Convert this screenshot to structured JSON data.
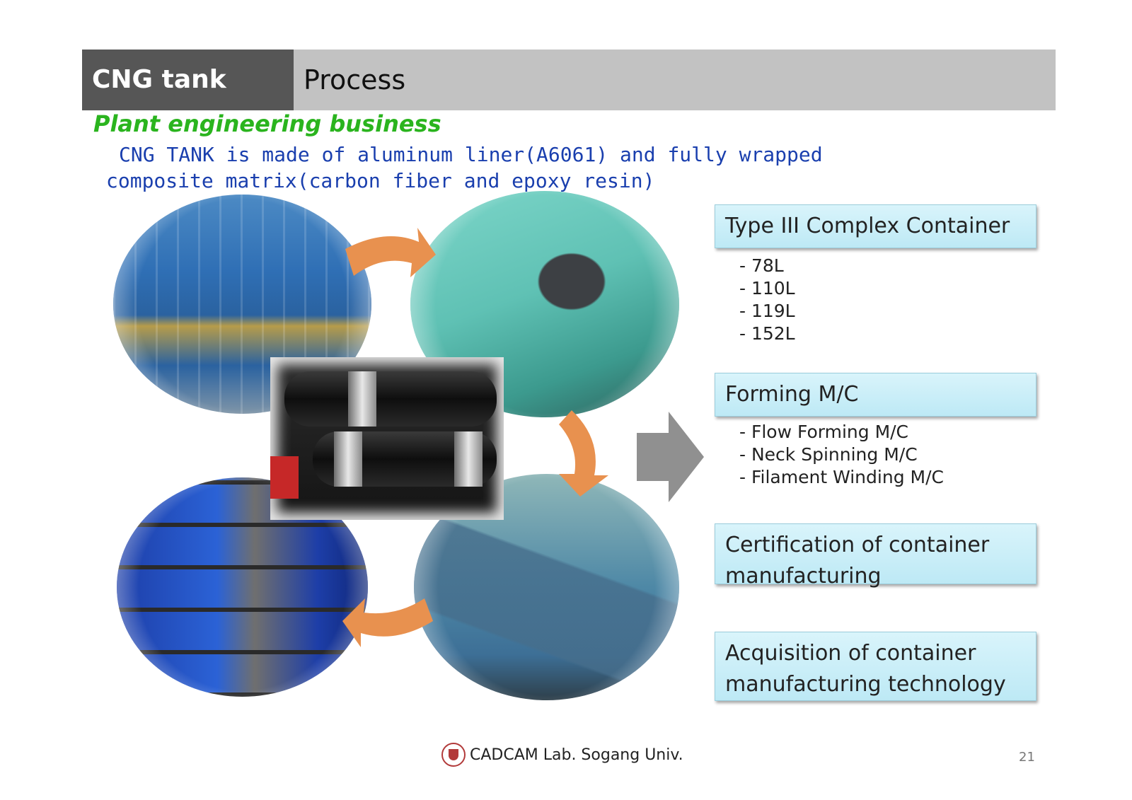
{
  "header": {
    "section": "CNG tank",
    "title": "Process"
  },
  "subtitle": "Plant engineering business",
  "description": "CNG TANK is made of aluminum liner(A6061) and fully wrapped composite matrix(carbon fiber and epoxy resin)",
  "boxes": [
    {
      "label": "Type III Complex Container",
      "items": [
        "- 78L",
        "- 110L",
        "- 119L",
        "- 152L"
      ]
    },
    {
      "label": "Forming M/C",
      "items": [
        "- Flow Forming M/C",
        "- Neck Spinning M/C",
        "- Filament Winding M/C"
      ]
    },
    {
      "label": "Certification of container manufacturing",
      "items": []
    },
    {
      "label": "Acquisition of container manufacturing technology",
      "items": []
    }
  ],
  "footer": {
    "lab": "CADCAM Lab. Sogang Univ.",
    "page_number": "21"
  },
  "colors": {
    "header_dark": "#565656",
    "header_light": "#c2c2c2",
    "subtitle_green": "#2ab41e",
    "description_blue": "#1a3fae",
    "box_fill": "#bde9f5",
    "arrow_orange": "#e8914f",
    "arrow_gray": "#909090"
  }
}
